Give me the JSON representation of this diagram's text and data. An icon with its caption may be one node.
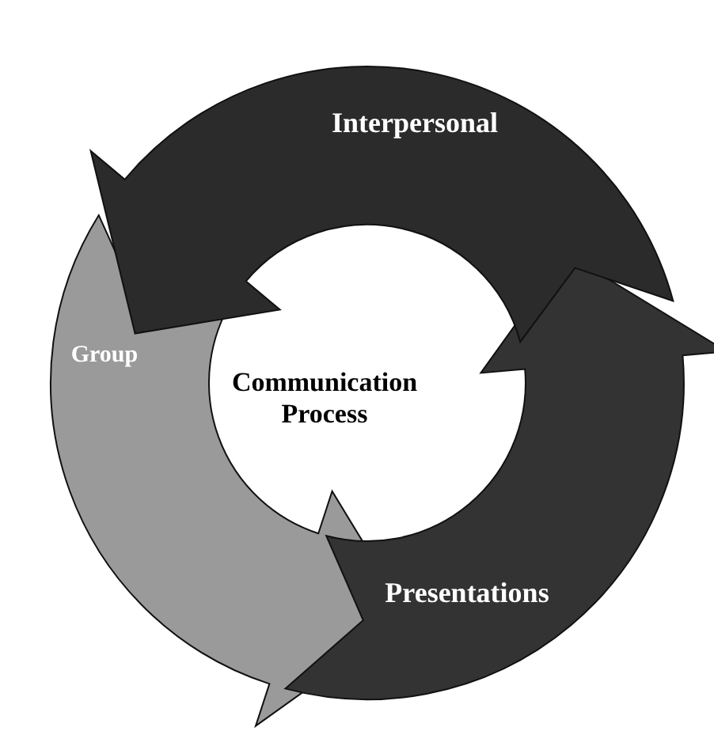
{
  "diagram": {
    "nodes": [
      {
        "text": [
          "Communication Process"
        ]
      },
      {
        "text": [
          "Interpersonal"
        ]
      },
      {
        "text": [
          "Presentations"
        ]
      },
      {
        "text": [
          "Group"
        ]
      }
    ]
  }
}
